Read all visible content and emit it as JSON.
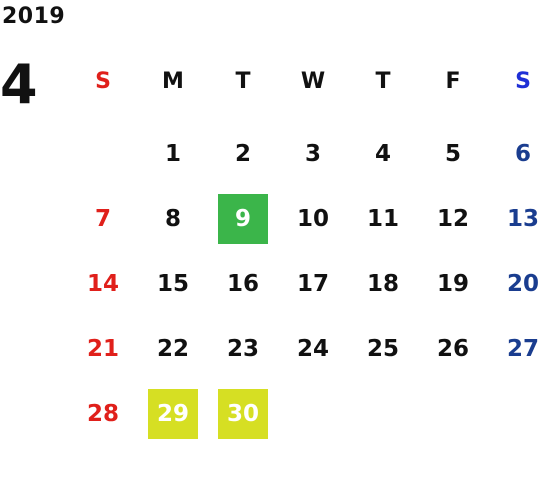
{
  "year": "2019",
  "month": "4",
  "weekdays": [
    "S",
    "M",
    "T",
    "W",
    "T",
    "F",
    "S"
  ],
  "days": [
    "1",
    "2",
    "3",
    "4",
    "5",
    "6",
    "7",
    "8",
    "9",
    "10",
    "11",
    "12",
    "13",
    "14",
    "15",
    "16",
    "17",
    "18",
    "19",
    "20",
    "21",
    "22",
    "23",
    "24",
    "25",
    "26",
    "27",
    "28",
    "29",
    "30"
  ],
  "colors": {
    "sunday": "#e0201b",
    "saturday_header": "#1f2fd6",
    "saturday": "#1a3d8f",
    "weekday": "#111111",
    "highlight_green": "#3bb54a",
    "highlight_yellow": "#d6df23"
  }
}
